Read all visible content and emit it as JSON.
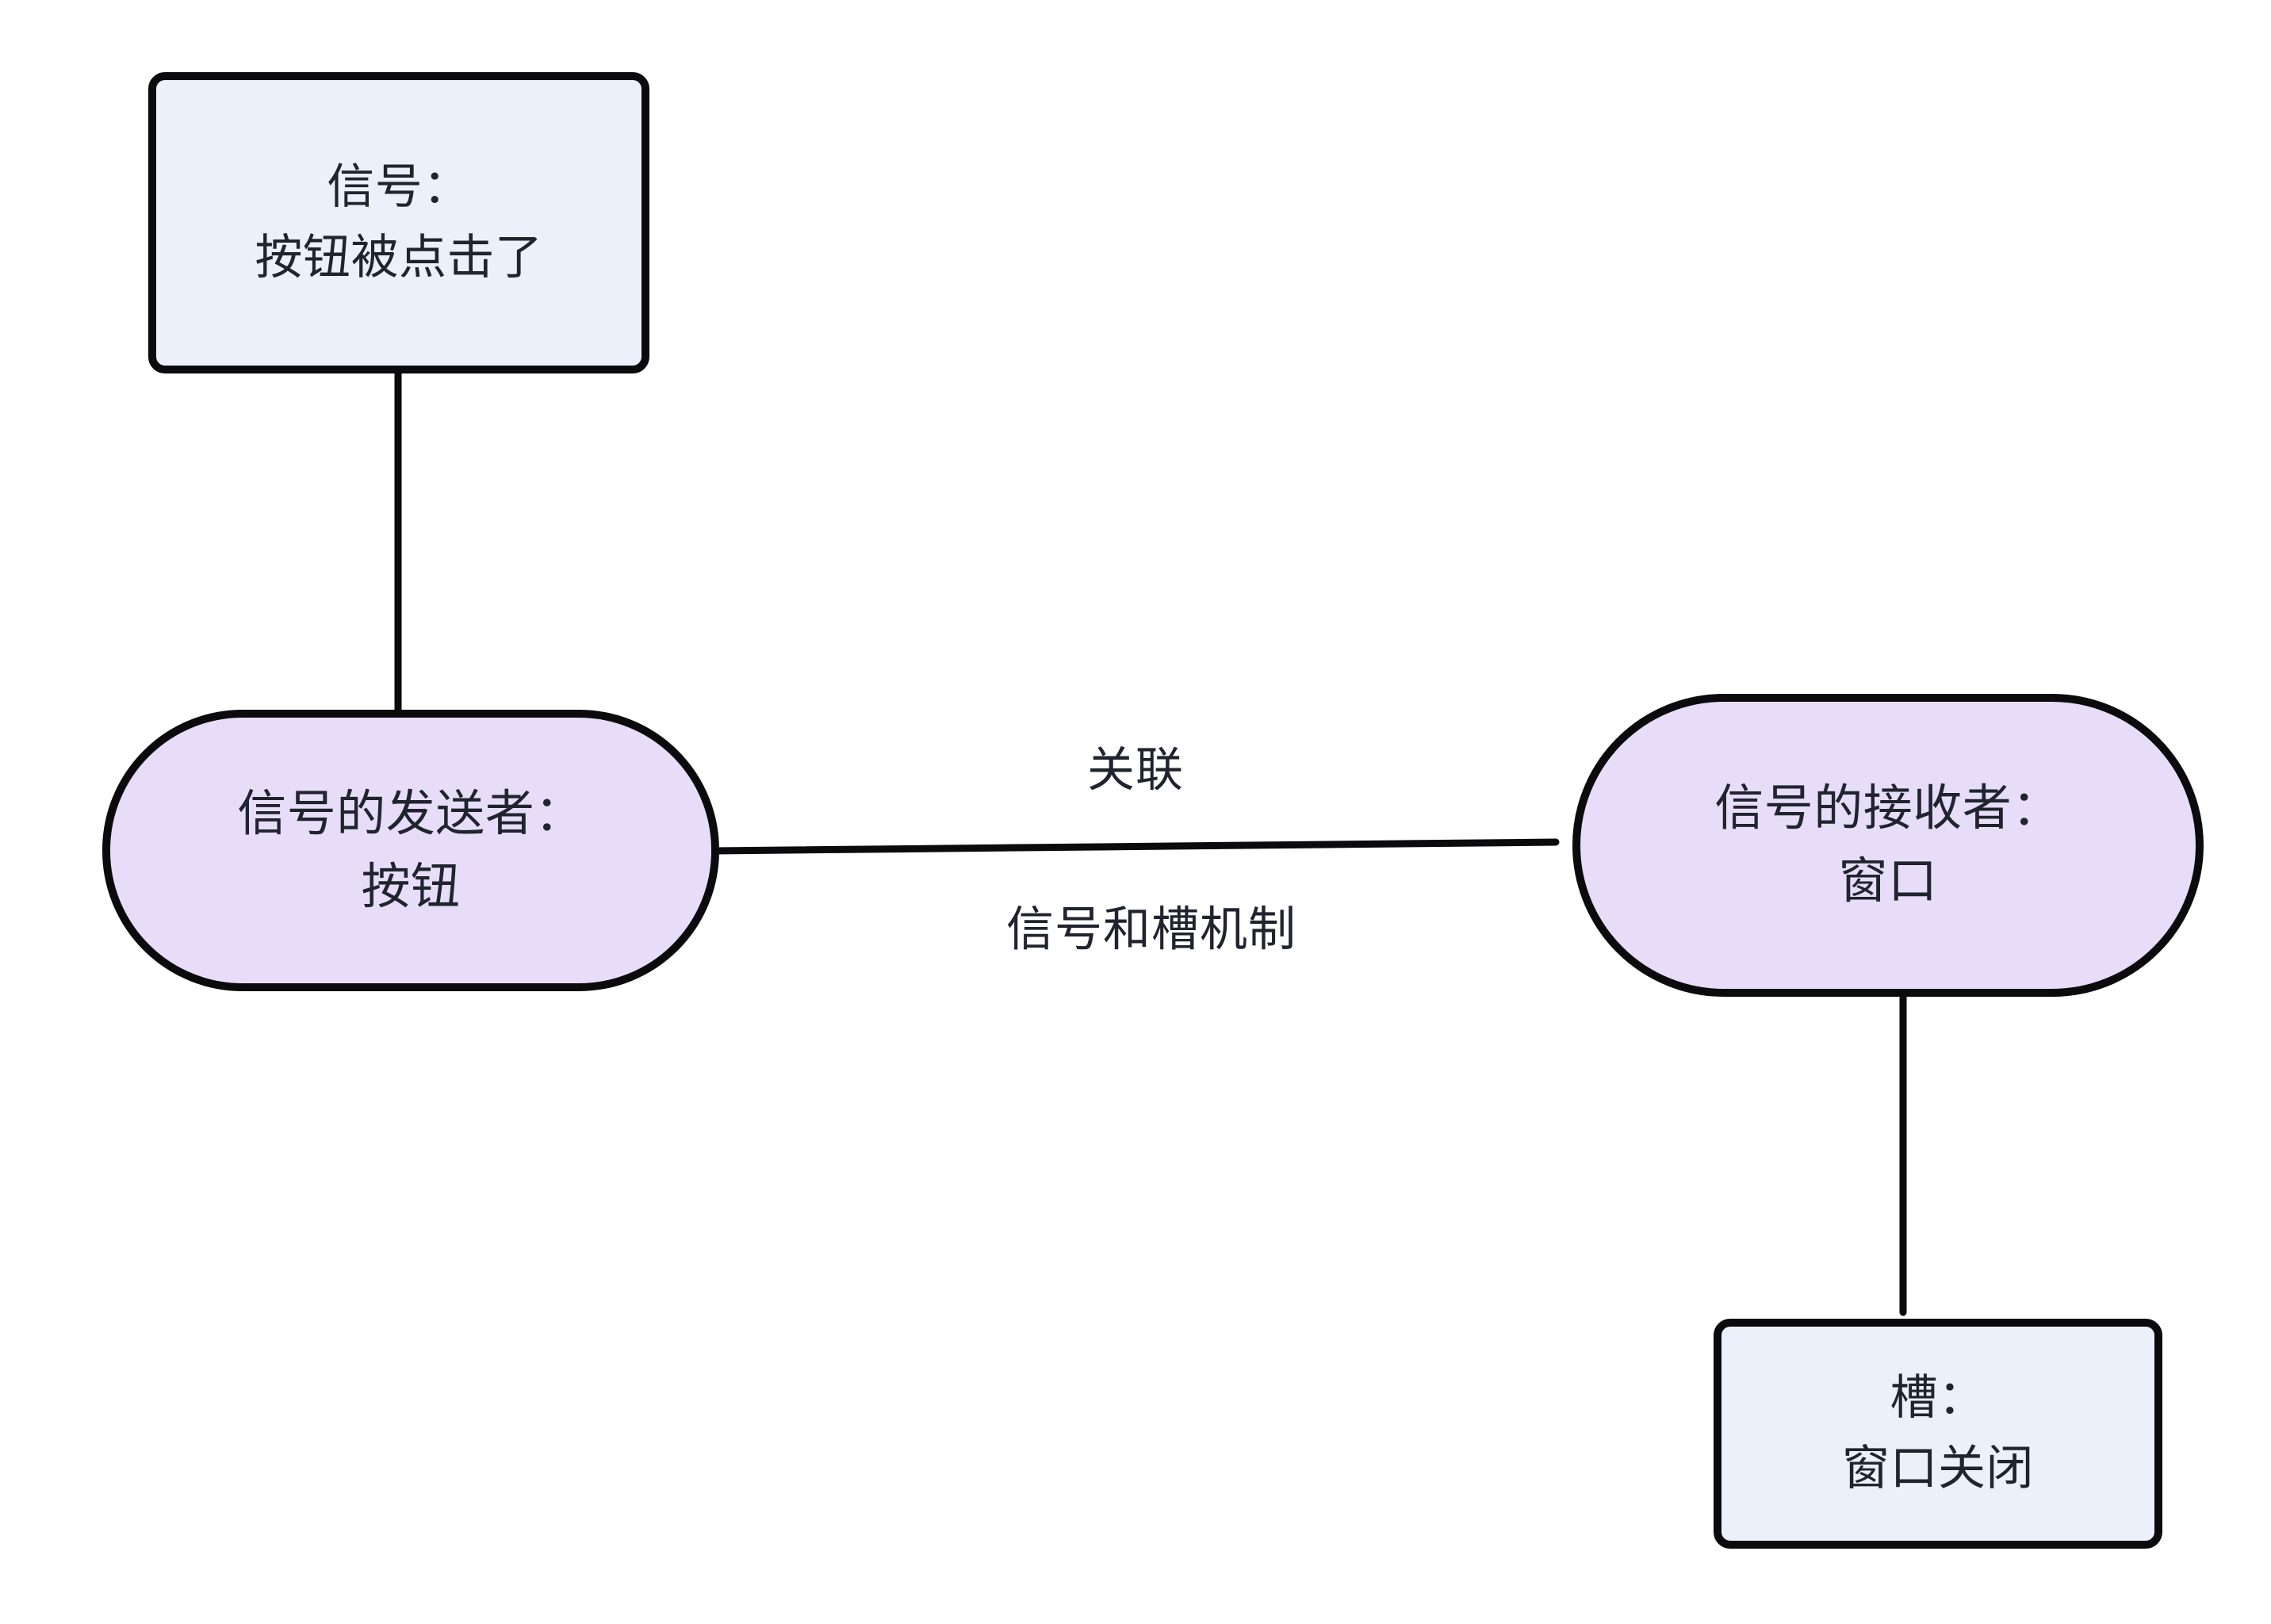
{
  "diagram": {
    "type": "flowchart",
    "background_color": "#ffffff",
    "palette": {
      "rect_fill": "#ECF0FA",
      "stadium_fill": "#E7DDF9",
      "stroke": "#0b0b0d",
      "text": "#20242e"
    },
    "nodes": [
      {
        "id": "signal",
        "shape": "rounded-rect",
        "fill": "#ECF0FA",
        "lines": [
          "信号：",
          "按钮被点击了"
        ]
      },
      {
        "id": "sender",
        "shape": "stadium",
        "fill": "#E7DDF9",
        "lines": [
          "信号的发送者：",
          "按钮"
        ]
      },
      {
        "id": "receiver",
        "shape": "stadium",
        "fill": "#E7DDF9",
        "lines": [
          "信号的接收者：",
          "窗口"
        ]
      },
      {
        "id": "slot",
        "shape": "rounded-rect",
        "fill": "#ECF0FA",
        "lines": [
          "槽：",
          "窗口关闭"
        ]
      }
    ],
    "edges": [
      {
        "id": "signal-sender",
        "from": "signal",
        "to": "sender",
        "label": ""
      },
      {
        "id": "sender-receiver",
        "from": "sender",
        "to": "receiver",
        "label_above": "关联",
        "label_below": "信号和槽机制"
      },
      {
        "id": "receiver-slot",
        "from": "receiver",
        "to": "slot",
        "label": ""
      }
    ]
  }
}
